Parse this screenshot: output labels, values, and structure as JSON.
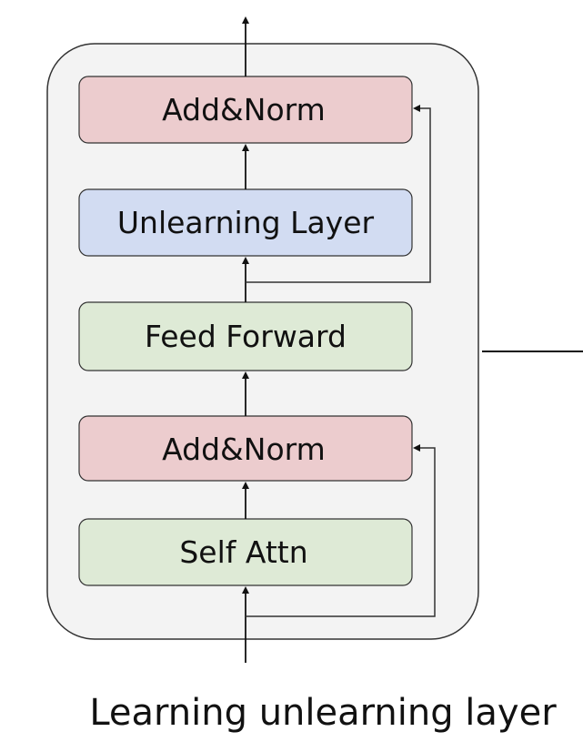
{
  "diagram": {
    "blocks": {
      "add_norm_top": {
        "label": "Add&Norm",
        "fill": "#ecccce"
      },
      "unlearning_layer": {
        "label": "Unlearning Layer",
        "fill": "#d2dcf2"
      },
      "feed_forward": {
        "label": "Feed Forward",
        "fill": "#deead6"
      },
      "add_norm_bottom": {
        "label": "Add&Norm",
        "fill": "#ecccce"
      },
      "self_attn": {
        "label": "Self Attn",
        "fill": "#deead6"
      }
    },
    "container_fill": "#f3f3f3",
    "caption": "Learning unlearning layer"
  }
}
